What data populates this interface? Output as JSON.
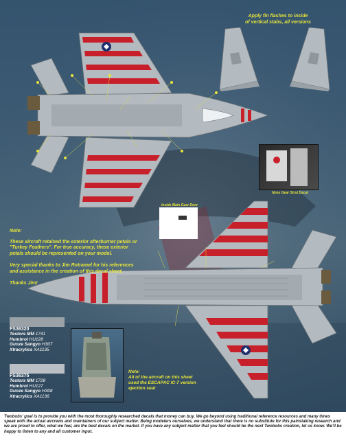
{
  "fin_note": [
    "Apply fin flashes to inside",
    "of vertical stabs, all versions"
  ],
  "nose_gear_caption": "Nose Gear Strut Decal",
  "main_gear_caption": "Inside Main Gear Door",
  "notes_heading": "Note:",
  "notes_paragraphs": [
    "These aircraft retained the exterior afterburner petals or \"Turkey Feathers\". For true accuracy, these exterior petals should be represented on your model.",
    "Very special thanks to Jim Rotramel for his references and assistance in the creation of this decal sheet.",
    "Thanks Jim!"
  ],
  "color_chips": [
    {
      "code": "FS36320",
      "lines": [
        {
          "brand": "Testors MM",
          "value": "1741"
        },
        {
          "brand": "Humbrol",
          "value": "HU128"
        },
        {
          "brand": "Gunze Sangyo",
          "value": "H307"
        },
        {
          "brand": "Xtracrylics",
          "value": "XA1135"
        }
      ]
    },
    {
      "code": "FS36375",
      "lines": [
        {
          "brand": "Testors MM",
          "value": "1728"
        },
        {
          "brand": "Humbrol",
          "value": "HU127"
        },
        {
          "brand": "Gunze Sangyo",
          "value": "H308"
        },
        {
          "brand": "Xtracrylics",
          "value": "XA1136"
        }
      ]
    }
  ],
  "seat_note": [
    "Note:",
    "All of the aircraft on this sheet",
    "used the ESCAPAC IC-7 version",
    "ejection seat"
  ],
  "footer_text": "Twobobs' goal is to provide you with the most thoroughly researched decals that money can buy.  We go beyond using traditional reference resources and many times speak with the actual aircrews and maintainers of our subject matter. Being modelers ourselves, we understand that there is no substitute for this painstaking research and we are proud to offer, what we feel, are the best decals on the market.  If you have any subject matter that you feel should be the next Twobobs creation, let us know.  We'll be happy to listen to any and all customer input.",
  "colors": {
    "background": "#3e5b73",
    "aircraft_gray": "#b4bbc0",
    "aircraft_shade": "#8f979d",
    "stripe_red": "#c8202a",
    "note_yellow": "#e8e63a"
  }
}
